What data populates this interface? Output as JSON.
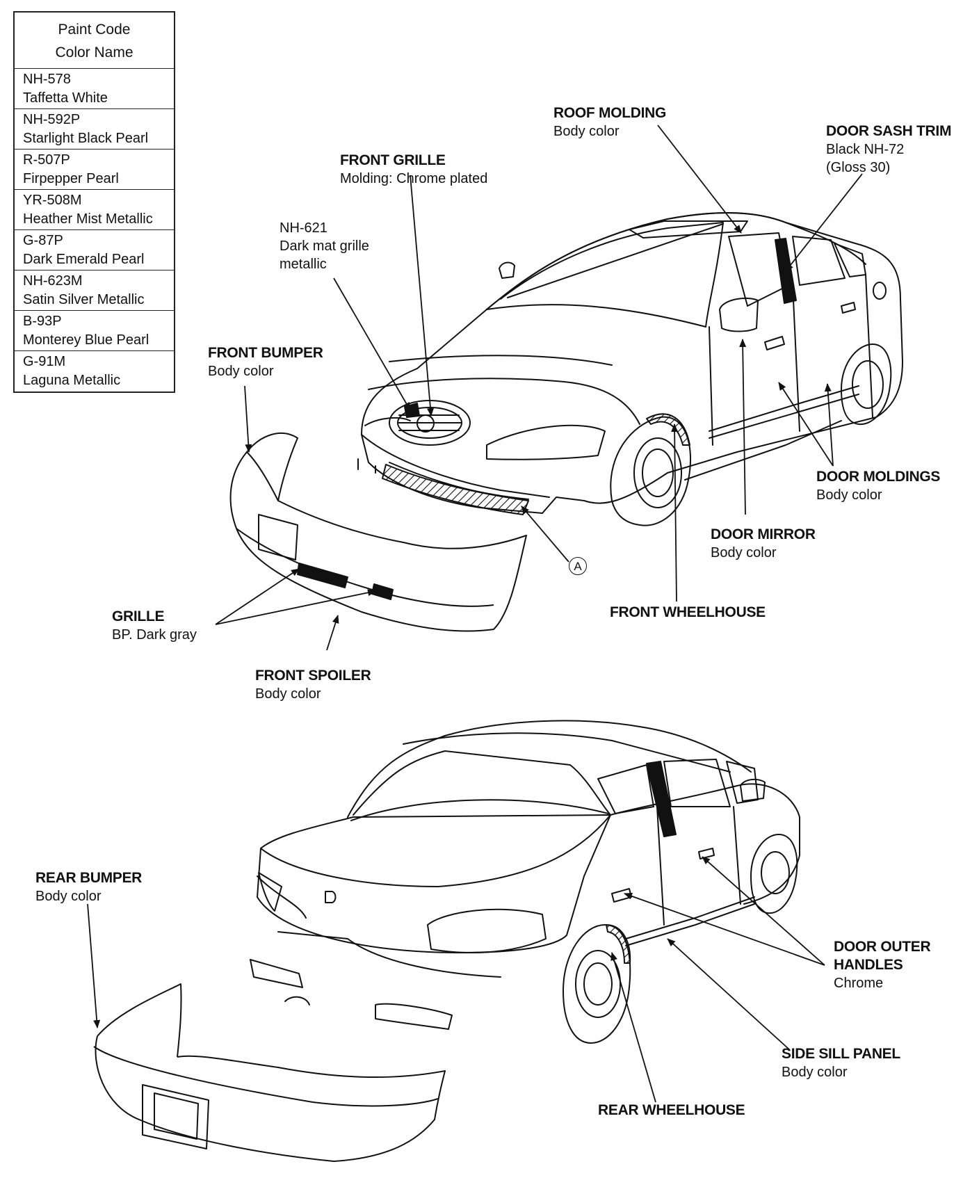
{
  "paint_table": {
    "header_code": "Paint Code",
    "header_name": "Color Name",
    "rows": [
      {
        "code": "NH-578",
        "name": "Taffetta White"
      },
      {
        "code": "NH-592P",
        "name": "Starlight Black Pearl"
      },
      {
        "code": "R-507P",
        "name": "Firpepper Pearl"
      },
      {
        "code": "YR-508M",
        "name": "Heather Mist Metallic"
      },
      {
        "code": "G-87P",
        "name": "Dark Emerald Pearl"
      },
      {
        "code": "NH-623M",
        "name": "Satin Silver Metallic"
      },
      {
        "code": "B-93P",
        "name": "Monterey Blue Pearl"
      },
      {
        "code": "G-91M",
        "name": "Laguna Metallic"
      }
    ]
  },
  "labels": {
    "roof_molding": {
      "title": "ROOF MOLDING",
      "sub": "Body color"
    },
    "door_sash_trim": {
      "title": "DOOR SASH TRIM",
      "sub1": "Black NH-72",
      "sub2": "(Gloss 30)"
    },
    "front_grille": {
      "title": "FRONT GRILLE",
      "sub": "Molding: Chrome plated"
    },
    "nh621": {
      "line1": "NH-621",
      "line2": "Dark mat grille",
      "line3": "metallic"
    },
    "front_bumper": {
      "title": "FRONT BUMPER",
      "sub": "Body color"
    },
    "door_moldings": {
      "title": "DOOR MOLDINGS",
      "sub": "Body color"
    },
    "door_mirror": {
      "title": "DOOR MIRROR",
      "sub": "Body color"
    },
    "front_wheelhouse": {
      "title": "FRONT WHEELHOUSE"
    },
    "grille": {
      "title": "GRILLE",
      "sub": "BP. Dark gray"
    },
    "front_spoiler": {
      "title": "FRONT SPOILER",
      "sub": "Body color"
    },
    "marker_a": "A",
    "rear_bumper": {
      "title": "REAR BUMPER",
      "sub": "Body color"
    },
    "door_outer_handles": {
      "title1": "DOOR OUTER",
      "title2": "HANDLES",
      "sub": "Chrome"
    },
    "side_sill_panel": {
      "title": "SIDE SILL PANEL",
      "sub": "Body color"
    },
    "rear_wheelhouse": {
      "title": "REAR WHEELHOUSE"
    }
  },
  "colors": {
    "ink": "#111111",
    "paper": "#ffffff"
  }
}
